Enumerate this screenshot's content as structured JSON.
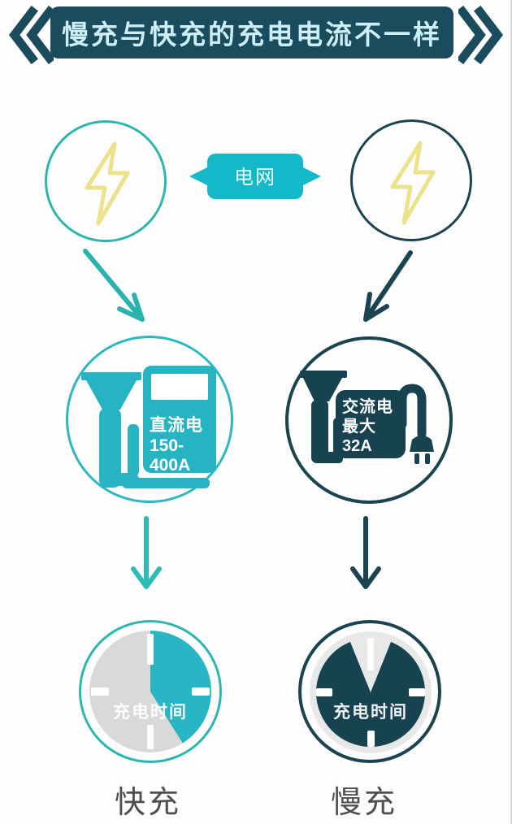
{
  "header": {
    "title": "慢充与快充的充电电流不一样"
  },
  "grid": {
    "label": "电网"
  },
  "fast": {
    "station_lines": [
      "直流电",
      "150-",
      "400A"
    ],
    "clock_label": "充电时间",
    "name": "快充"
  },
  "slow": {
    "station_lines": [
      "交流电",
      "最大",
      "32A"
    ],
    "clock_label": "充电时间",
    "name": "慢充"
  },
  "colors": {
    "teal": "#29b6c4",
    "teal_stroke": "#2cb7ae",
    "dark_teal": "#17424f",
    "header_bg": "#1b4c5e",
    "header_text": "#cdeef5",
    "lightning_yellow": "#ece289",
    "clock_gray": "#d9d9d9",
    "label_gray": "#4f4f4f"
  }
}
